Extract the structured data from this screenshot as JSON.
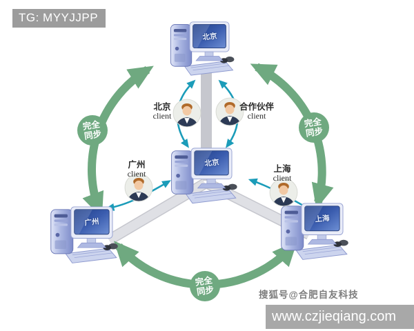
{
  "header": {
    "tg_label": "TG: MYYJJPP"
  },
  "diagram": {
    "computers": [
      {
        "id": "server-top",
        "screen_label": "北京"
      },
      {
        "id": "server-center",
        "screen_label": "北京"
      },
      {
        "id": "server-guangzhou",
        "screen_label": "广州"
      },
      {
        "id": "server-shanghai",
        "screen_label": "上海"
      }
    ],
    "clients": [
      {
        "id": "beijing-client",
        "city": "北京",
        "role": "client"
      },
      {
        "id": "partner-client",
        "city": "合作伙伴",
        "role": "client"
      },
      {
        "id": "guangzhou-client",
        "city": "广州",
        "role": "client"
      },
      {
        "id": "shanghai-client",
        "city": "上海",
        "role": "client"
      }
    ],
    "sync_badges": [
      {
        "position": "left",
        "line1": "完全",
        "line2": "同步"
      },
      {
        "position": "right",
        "line1": "完全",
        "line2": "同步"
      },
      {
        "position": "bottom",
        "line1": "完全",
        "line2": "同步"
      }
    ],
    "colors": {
      "sync_arrow_green": "#6fa980",
      "client_arrow_teal": "#1b9cb9",
      "connector_gray": "#dfe0e5",
      "screen_blue": "#35519f",
      "badge_text": "#ffffff"
    }
  },
  "footer": {
    "watermark": "搜狐号@合肥自友科技",
    "website_bar": "www.czjieqiang.com"
  }
}
